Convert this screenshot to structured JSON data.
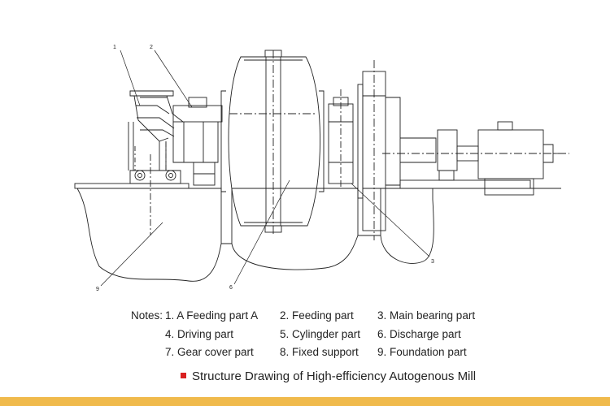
{
  "callouts": [
    "1",
    "2",
    "3",
    "6",
    "9"
  ],
  "notes": {
    "prefix": "Notes:",
    "items": [
      "1. A Feeding part A",
      "2. Feeding part",
      "3. Main bearing part",
      "4. Driving part",
      "5. Cylingder part",
      "6. Discharge part",
      "7. Gear cover part",
      "8. Fixed support",
      "9. Foundation part"
    ]
  },
  "caption": "Structure Drawing of High-efficiency Autogenous Mill",
  "colors": {
    "bullet": "#d92020",
    "footer": "#f0ba4c",
    "line": "#222222"
  }
}
